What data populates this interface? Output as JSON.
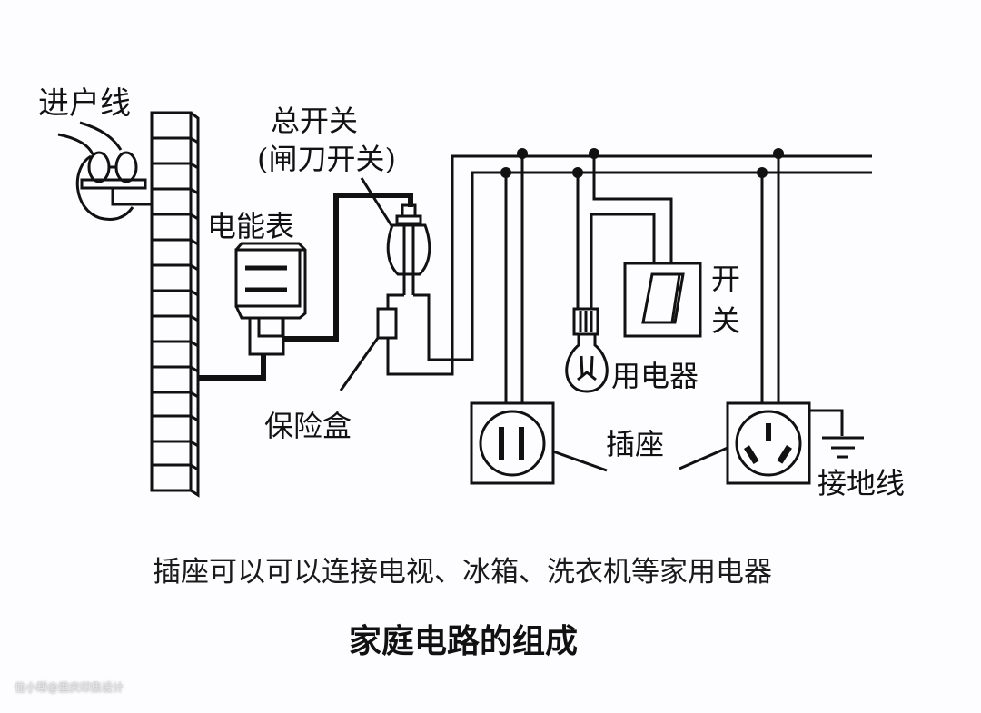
{
  "diagram": {
    "title": "家庭电路的组成",
    "caption": "插座可以可以连接电视、冰箱、洗衣机等家用电器",
    "labels": {
      "service_line": "进户线",
      "main_switch": "总开关",
      "main_switch_sub": "(闸刀开关)",
      "meter": "电能表",
      "fuse_box": "保险盒",
      "switch_1": "开",
      "switch_2": "关",
      "appliance": "用电器",
      "socket": "插座",
      "ground": "接地线"
    },
    "components": [
      {
        "id": "service-line",
        "name": "进户线"
      },
      {
        "id": "wall",
        "name": "wall"
      },
      {
        "id": "energy-meter",
        "name": "电能表"
      },
      {
        "id": "knife-switch",
        "name": "总开关(闸刀开关)"
      },
      {
        "id": "fuse-box",
        "name": "保险盒"
      },
      {
        "id": "lamp",
        "name": "用电器"
      },
      {
        "id": "wall-switch",
        "name": "开关"
      },
      {
        "id": "two-pin-socket",
        "name": "插座"
      },
      {
        "id": "three-pin-socket",
        "name": "插座"
      },
      {
        "id": "ground-wire",
        "name": "接地线"
      }
    ]
  },
  "watermark": "住小帮@重庆印集设计"
}
